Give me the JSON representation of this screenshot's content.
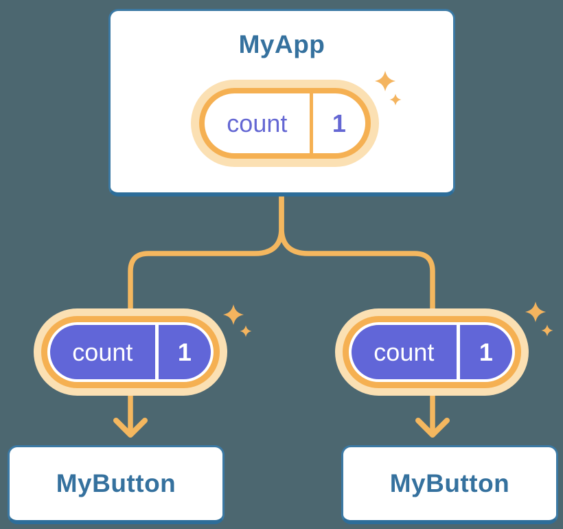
{
  "diagram": {
    "type": "react-component-tree",
    "root": {
      "title": "MyApp",
      "state": {
        "name": "count",
        "value": "1"
      }
    },
    "children": [
      {
        "title": "MyButton",
        "state": {
          "name": "count",
          "value": "1"
        }
      },
      {
        "title": "MyButton",
        "state": {
          "name": "count",
          "value": "1"
        }
      }
    ]
  },
  "colors": {
    "background": "#4C6770",
    "card_background": "#FFFFFF",
    "card_border": "#3B79A4",
    "card_border_bottom": "#2D6D99",
    "card_title_text": "#35719E",
    "pill_purple": "#6166D8",
    "pill_purple_text": "#6467D3",
    "pill_ring_orange": "#F5B052",
    "pill_ring_cream": "#FBE0B3",
    "connector_orange": "#F4B75F",
    "pill_text_on_purple": "#FFFFFF"
  }
}
